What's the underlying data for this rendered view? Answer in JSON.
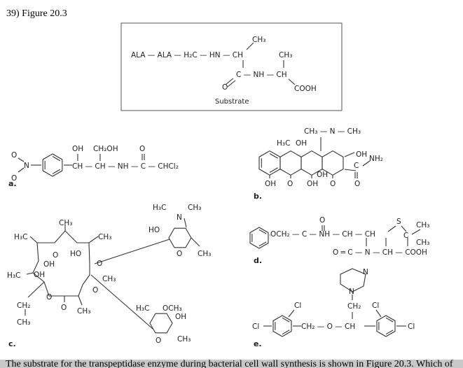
{
  "header": "39) Figure 20.3",
  "substrate": {
    "caption": "Substrate",
    "labels": [
      "ALA — ALA — H₂C — HN — CH",
      "CH₃",
      "CH₃",
      "C — NH — CH",
      "O",
      "COOH"
    ]
  },
  "a": {
    "tag": "a.",
    "labels": [
      "O",
      "N",
      "O",
      "OH",
      "CH₂OH",
      "O",
      "CH — CH — NH — C — CHCl₂"
    ]
  },
  "b": {
    "tag": "b.",
    "labels": [
      "CH₃ — N — CH₃",
      "H₃C",
      "OH",
      "OH",
      "NH₂",
      "C",
      "O",
      "OH",
      "O",
      "OH",
      "OH",
      "O"
    ]
  },
  "c": {
    "tag": "c.",
    "labels": [
      "CH₃",
      "H₃C",
      "CH₃",
      "O",
      "HO",
      "OH",
      "O",
      "H₃C",
      "OH",
      "CH₃",
      "O",
      "O",
      "O",
      "CH₂",
      "CH₃",
      "CH₃",
      "H₃C",
      "CH₃",
      "N",
      "HO",
      "O",
      "CH₃",
      "H₃C",
      "OCH₃",
      "OH",
      "O",
      "CH₃"
    ]
  },
  "d": {
    "tag": "d.",
    "labels": [
      "OCH₂ — C — NH — CH — CH",
      "O",
      "S",
      "CH₃",
      "C",
      "CH₃",
      "O ═ C — N — CH — COOH"
    ]
  },
  "e": {
    "tag": "e.",
    "labels": [
      "N",
      "N",
      "CH₂",
      "Cl",
      "Cl",
      "Cl",
      "CH₂ — O — CH",
      "Cl"
    ]
  },
  "question": "The substrate for the transpeptidase enzyme during bacterial cell wall synthesis is shown in Figure 20.3. Which of"
}
